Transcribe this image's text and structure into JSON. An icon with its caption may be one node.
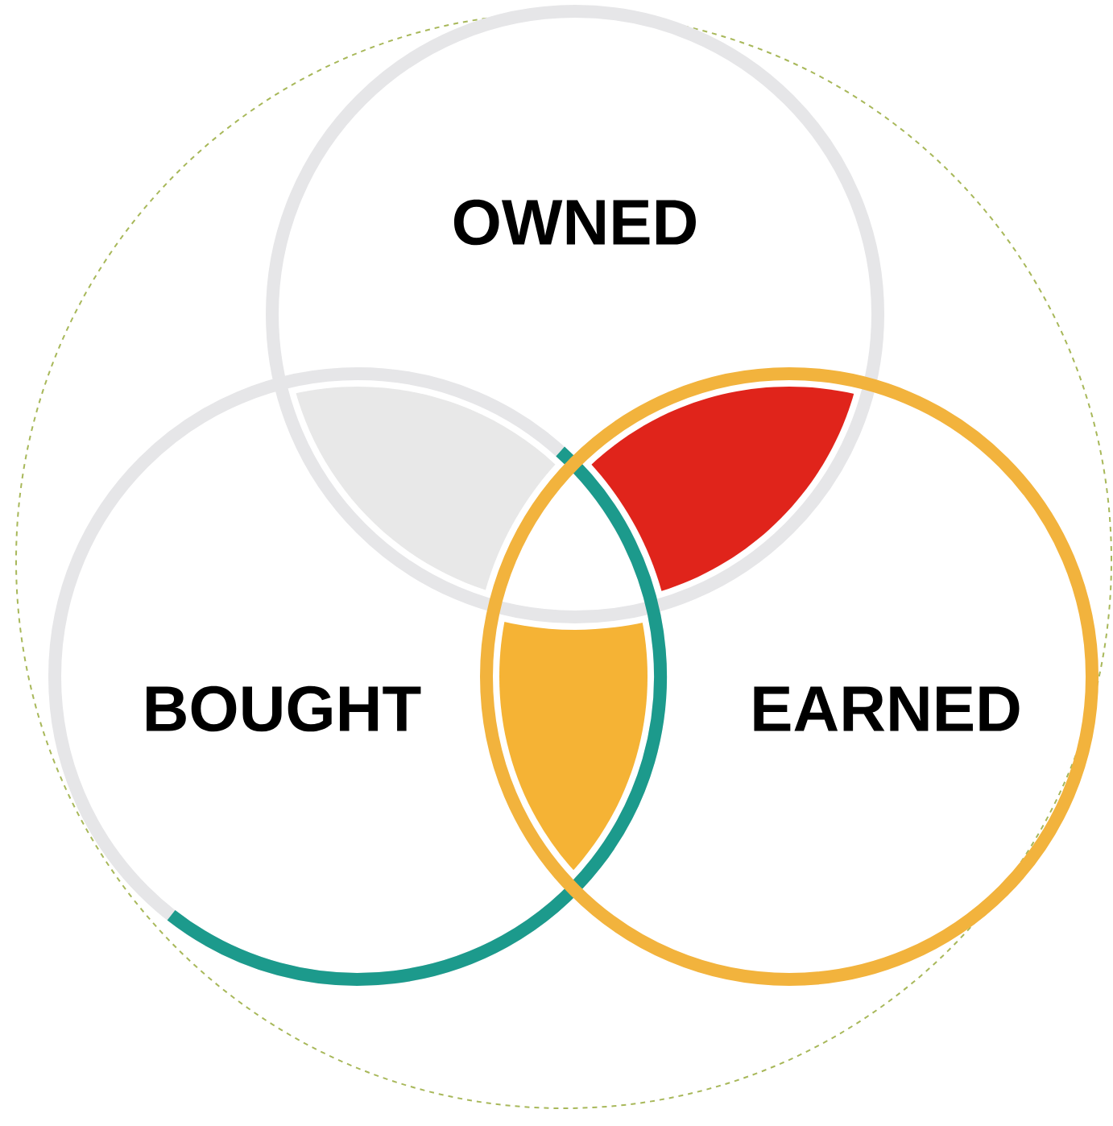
{
  "diagram": {
    "nodes": [
      {
        "text": [
          "OWNED"
        ]
      },
      {
        "text": [
          "BOUGHT"
        ]
      },
      {
        "text": [
          "EARNED"
        ]
      }
    ]
  }
}
